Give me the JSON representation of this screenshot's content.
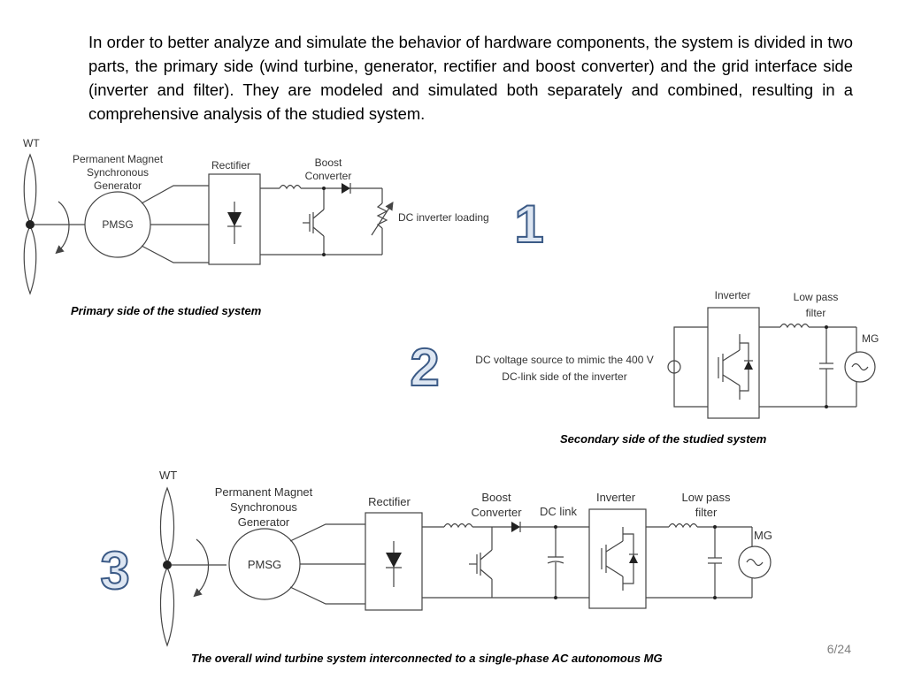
{
  "intro_text": "In order to better analyze and simulate the behavior of hardware components, the system is divided in two parts, the primary side (wind turbine, generator, rectifier and boost converter) and the grid interface side (inverter and filter). They are modeled and simulated both separately and combined, resulting in a comprehensive analysis of the studied system.",
  "diagram1": {
    "number": "1",
    "wt": "WT",
    "pmsg_title": [
      "Permanent Magnet",
      "Synchronous",
      "Generator"
    ],
    "pmsg": "PMSG",
    "rectifier": "Rectifier",
    "boost": [
      "Boost",
      "Converter"
    ],
    "load": "DC inverter loading",
    "caption": "Primary side of the studied system"
  },
  "diagram2": {
    "number": "2",
    "source_text": [
      "DC voltage source to mimic the 400 V",
      "DC-link side of the inverter"
    ],
    "inverter": "Inverter",
    "filter": [
      "Low pass",
      "filter"
    ],
    "mg": "MG",
    "caption": "Secondary side of the studied system"
  },
  "diagram3": {
    "number": "3",
    "wt": "WT",
    "pmsg_title": [
      "Permanent Magnet",
      "Synchronous",
      "Generator"
    ],
    "pmsg": "PMSG",
    "rectifier": "Rectifier",
    "boost": [
      "Boost",
      "Converter"
    ],
    "dclink": "DC link",
    "inverter": "Inverter",
    "filter": [
      "Low pass",
      "filter"
    ],
    "mg": "MG",
    "caption": "The overall wind turbine system interconnected to a single-phase AC autonomous MG"
  },
  "page_number": "6/24"
}
